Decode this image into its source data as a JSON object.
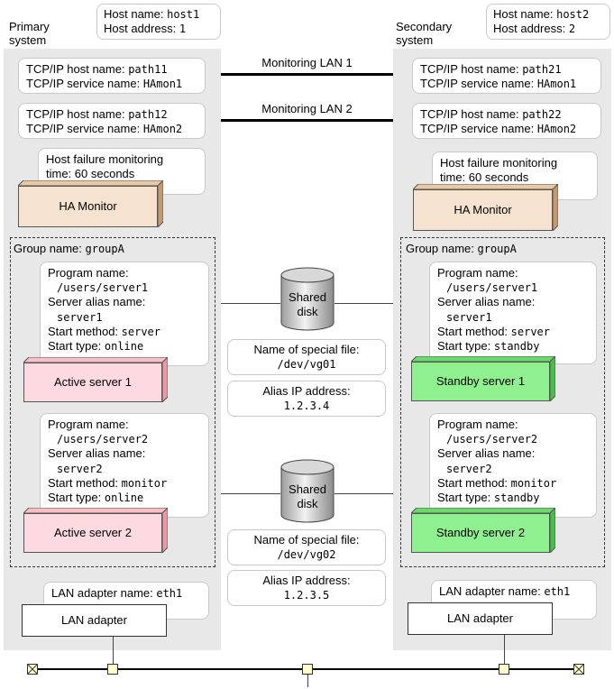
{
  "primary": {
    "label_line1": "Primary",
    "label_line2": "system",
    "host_name_label": "Host name: ",
    "host_name": "host1",
    "host_address_label": "Host address: ",
    "host_address": "1",
    "tcp1": {
      "host_label": "TCP/IP host name: ",
      "host": "path11",
      "service_label": "TCP/IP service name: ",
      "service": "HAmon1"
    },
    "tcp2": {
      "host_label": "TCP/IP host name: ",
      "host": "path12",
      "service_label": "TCP/IP service name: ",
      "service": "HAmon2"
    },
    "monitor_line1": "Host failure monitoring",
    "monitor_line2": "time: 60 seconds",
    "ha_monitor": "HA Monitor",
    "group_label": "Group name: ",
    "group": "groupA",
    "server1": {
      "program_label": "Program name:",
      "program": "/users/server1",
      "alias_label": "Server alias name:",
      "alias": "server1",
      "method_label": "Start method: ",
      "method": "server",
      "type_label": "Start type: ",
      "type": "online",
      "box": "Active server 1"
    },
    "server2": {
      "program_label": "Program name:",
      "program": "/users/server2",
      "alias_label": "Server alias name:",
      "alias": "server2",
      "method_label": "Start method: ",
      "method": "monitor",
      "type_label": "Start type: ",
      "type": "online",
      "box": "Active server 2"
    },
    "lan_adapter_label": "LAN adapter name: ",
    "lan_adapter_name": "eth1",
    "lan_adapter": "LAN adapter"
  },
  "secondary": {
    "label_line1": "Secondary",
    "label_line2": "system",
    "host_name_label": "Host name: ",
    "host_name": "host2",
    "host_address_label": "Host address: ",
    "host_address": "2",
    "tcp1": {
      "host_label": "TCP/IP host name: ",
      "host": "path21",
      "service_label": "TCP/IP service name: ",
      "service": "HAmon1"
    },
    "tcp2": {
      "host_label": "TCP/IP host name: ",
      "host": "path22",
      "service_label": "TCP/IP service name: ",
      "service": "HAmon2"
    },
    "monitor_line1": "Host failure monitoring",
    "monitor_line2": "time: 60 seconds",
    "ha_monitor": "HA Monitor",
    "group_label": "Group name: ",
    "group": "groupA",
    "server1": {
      "program_label": "Program name:",
      "program": "/users/server1",
      "alias_label": "Server alias name:",
      "alias": "server1",
      "method_label": "Start method: ",
      "method": "server",
      "type_label": "Start type: ",
      "type": "standby",
      "box": "Standby server 1"
    },
    "server2": {
      "program_label": "Program name:",
      "program": "/users/server2",
      "alias_label": "Server alias name:",
      "alias": "server2",
      "method_label": "Start method: ",
      "method": "monitor",
      "type_label": "Start type: ",
      "type": "standby",
      "box": "Standby server 2"
    },
    "lan_adapter_label": "LAN adapter name: ",
    "lan_adapter_name": "eth1",
    "lan_adapter": "LAN adapter"
  },
  "middle": {
    "monitoring_lan1": "Monitoring LAN 1",
    "monitoring_lan2": "Monitoring LAN 2",
    "disk1": {
      "line1": "Shared",
      "line2": "disk",
      "special_label": "Name of special file:",
      "special": "/dev/vg01",
      "alias_label": "Alias IP address:",
      "alias": "1.2.3.4"
    },
    "disk2": {
      "line1": "Shared",
      "line2": "disk",
      "special_label": "Name of special file:",
      "special": "/dev/vg02",
      "alias_label": "Alias IP address:",
      "alias": "1.2.3.5"
    }
  },
  "colors": {
    "panel": "#e8e8e8",
    "ha_monitor": "#f6e3cf",
    "active": "#fcdadf",
    "standby": "#8ff08f"
  }
}
